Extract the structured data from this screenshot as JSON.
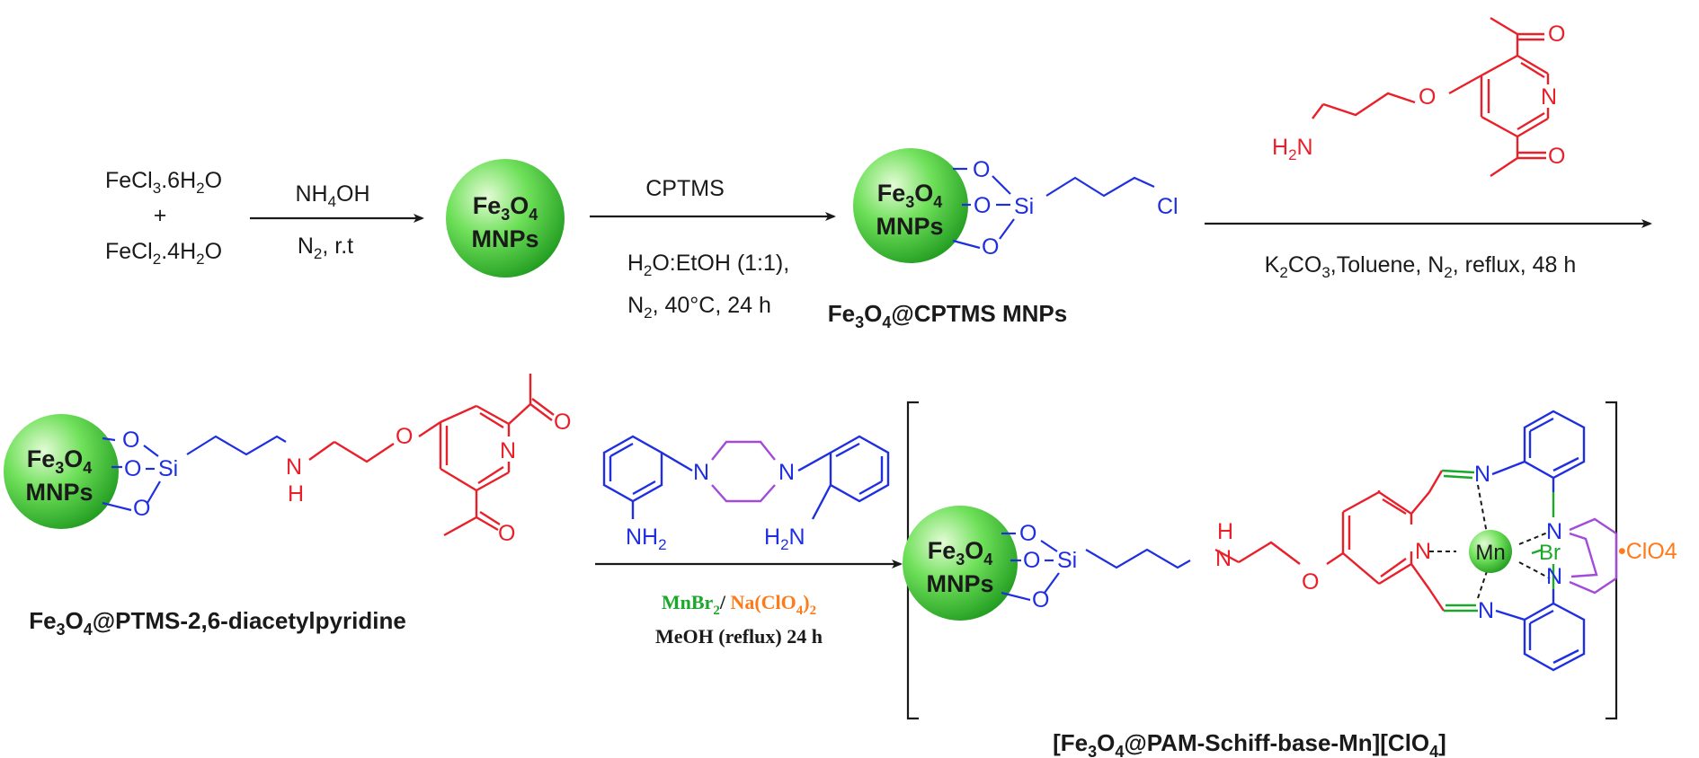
{
  "colors": {
    "black": "#1a1a1a",
    "blue": "#1f2fe0",
    "red": "#e8202a",
    "green": "#1aa82a",
    "purple": "#a24bd8",
    "orange": "#ff7a1a",
    "sphere_light": "#d8f7c8",
    "sphere_mid": "#5fd84a",
    "sphere_dark": "#1e9a1e"
  },
  "step1": {
    "reactant1": "FeCl3.6H2O",
    "plus": "+",
    "reactant2": "FeCl2.4H2O",
    "reagent": "NH4OH",
    "conditions": "N2, r.t"
  },
  "nanoparticle": {
    "line1": "Fe3O4",
    "line2": "MNPs"
  },
  "step2": {
    "reagent": "CPTMS",
    "conditions1": "H2O:EtOH (1:1),",
    "conditions2": "N2, 40°C, 24 h"
  },
  "product1": {
    "name": "Fe3O4@CPTMS MNPs"
  },
  "step3": {
    "reagent_amine": "H2N",
    "conditions": "K2CO3,Toluene, N2, reflux, 48 h"
  },
  "product2": {
    "name": "Fe3O4@PTMS-2,6-diacetylpyridine"
  },
  "step4": {
    "amine_left": "NH2",
    "amine_right": "H2N",
    "metal_salt": "MnBr2/",
    "perchlorate_salt": "Na(ClO4)2",
    "conditions": "MeOH (reflux) 24 h"
  },
  "product3": {
    "name": "[Fe3O4@PAM-Schiff-base-Mn][ClO4]",
    "metal": "Mn",
    "halide": "Br",
    "counterion": "•ClO4"
  },
  "atoms": {
    "O": "O",
    "Si": "Si",
    "Cl": "Cl",
    "N": "N",
    "H": "H"
  }
}
